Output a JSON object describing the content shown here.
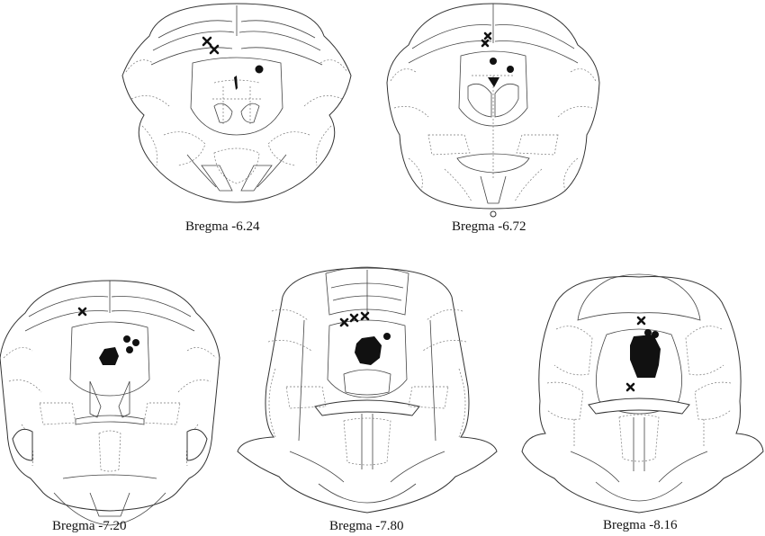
{
  "sections": [
    {
      "id": "s1",
      "label": "Bregma -6.24"
    },
    {
      "id": "s2",
      "label": "Bregma -6.72"
    },
    {
      "id": "s3",
      "label": "Bregma -7.20"
    },
    {
      "id": "s4",
      "label": "Bregma -7.80"
    },
    {
      "id": "s5",
      "label": "Bregma -8.16"
    }
  ],
  "colors": {
    "outline": "#333333",
    "marker": "#111111",
    "background": "#ffffff"
  }
}
